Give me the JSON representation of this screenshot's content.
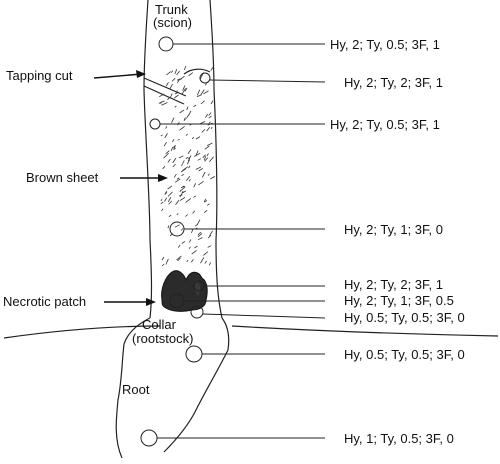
{
  "labels": {
    "trunk_line1": "Trunk",
    "trunk_line2": "(scion)",
    "tapping_cut": "Tapping cut",
    "brown_sheet": "Brown sheet",
    "necrotic_patch": "Necrotic patch",
    "collar_line1": "Collar",
    "collar_line2": "(rootstock)",
    "root": "Root"
  },
  "measurements": [
    "Hy, 2; Ty, 0.5; 3F, 1",
    "Hy, 2; Ty, 2; 3F, 1",
    "Hy, 2; Ty, 0.5; 3F, 1",
    "Hy, 2; Ty, 1; 3F, 0",
    "Hy, 2; Ty, 2; 3F, 1",
    "Hy, 2; Ty, 1; 3F, 0.5",
    "Hy, 0.5; Ty, 0.5; 3F, 0",
    "Hy, 0.5; Ty, 0.5; 3F, 0",
    "Hy, 1; Ty, 0.5; 3F, 0"
  ]
}
